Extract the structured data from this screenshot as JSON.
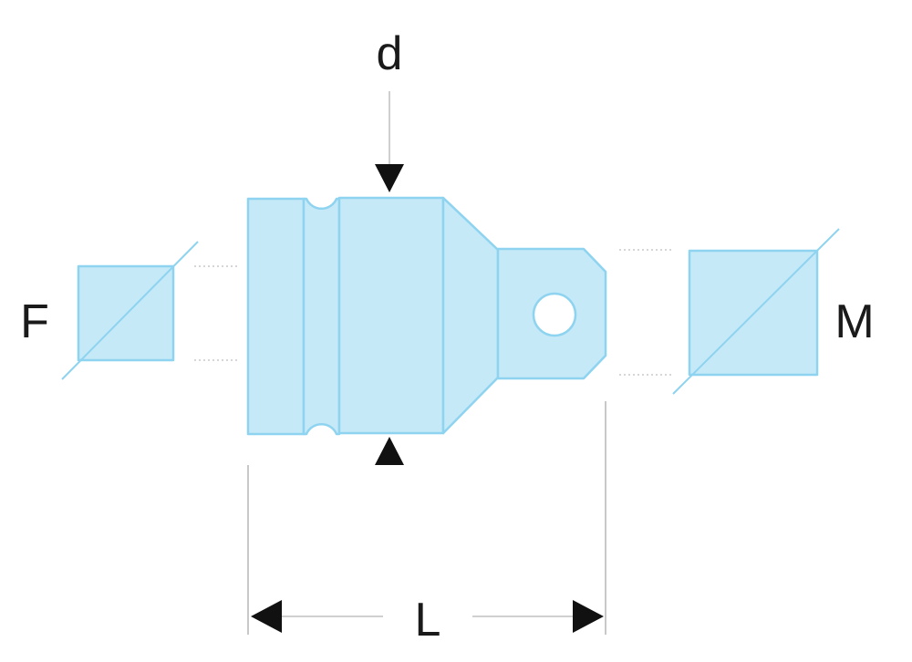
{
  "labels": {
    "diameter": "d",
    "female_square": "F",
    "male_square": "M",
    "length": "L"
  },
  "colors": {
    "part_fill": "#c6e9f8",
    "part_stroke": "#8ed3ef",
    "arrow": "#111111",
    "text": "#1a1a1a"
  }
}
